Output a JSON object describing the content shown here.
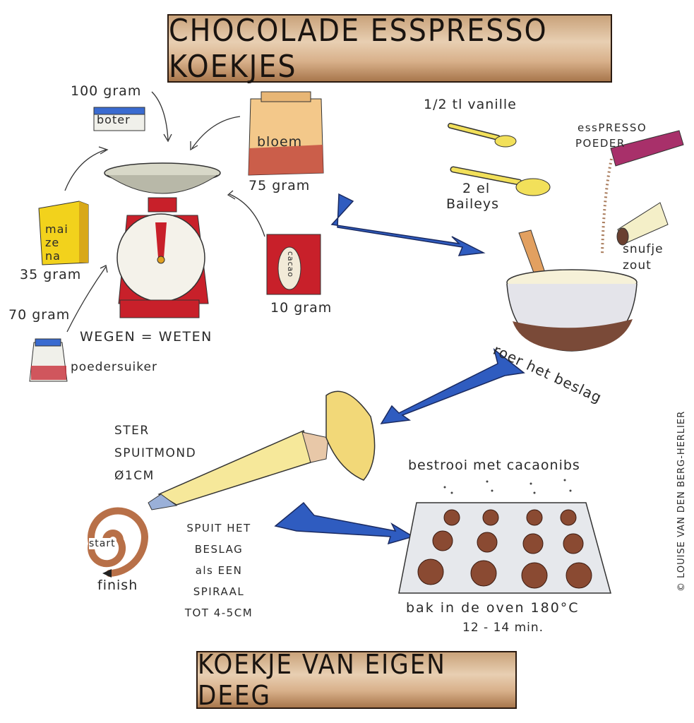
{
  "title": "CHOCOLADE ESSPRESSO KOEKJES",
  "footer_title": "KOEKJE VAN EIGEN DEEG",
  "credit": "© LOUISE VAN DEN BERG-HERLIER",
  "colors": {
    "arrow": "#2a55b8",
    "banner": "#c9a27a",
    "scale": "#c8202a"
  },
  "weighing": {
    "heading": "WEGEN = WETEN",
    "ingredients": [
      {
        "label": "boter",
        "amount": "100 gram"
      },
      {
        "label": "bloem",
        "amount": "75 gram"
      },
      {
        "label_lines": [
          "mai",
          "ze",
          "na"
        ],
        "amount": "35 gram"
      },
      {
        "label": "cacao",
        "amount": "10 gram"
      },
      {
        "label": "poedersuiker",
        "amount": "70 gram"
      }
    ]
  },
  "mixing": {
    "vanille": "1/2 tl vanille",
    "baileys": [
      "2 el",
      "Baileys"
    ],
    "espresso": [
      "essPRESSO",
      "POEDER"
    ],
    "espresso_pack": "espresso",
    "zout": [
      "snufje",
      "zout"
    ],
    "instruction": "roer het beslag"
  },
  "piping": {
    "nozzle": [
      "STER",
      "SPUITMOND",
      "Ø1CM"
    ],
    "spiral_start": "start",
    "spiral_finish": "finish",
    "instruction": [
      "SPUIT HET",
      "BESLAG",
      "als EEN",
      "SPIRAAL",
      "TOT 4-5CM"
    ]
  },
  "baking": {
    "topping": "bestrooi met cacaonibs",
    "oven": "bak in de oven 180°C",
    "time": "12 - 14 min."
  }
}
